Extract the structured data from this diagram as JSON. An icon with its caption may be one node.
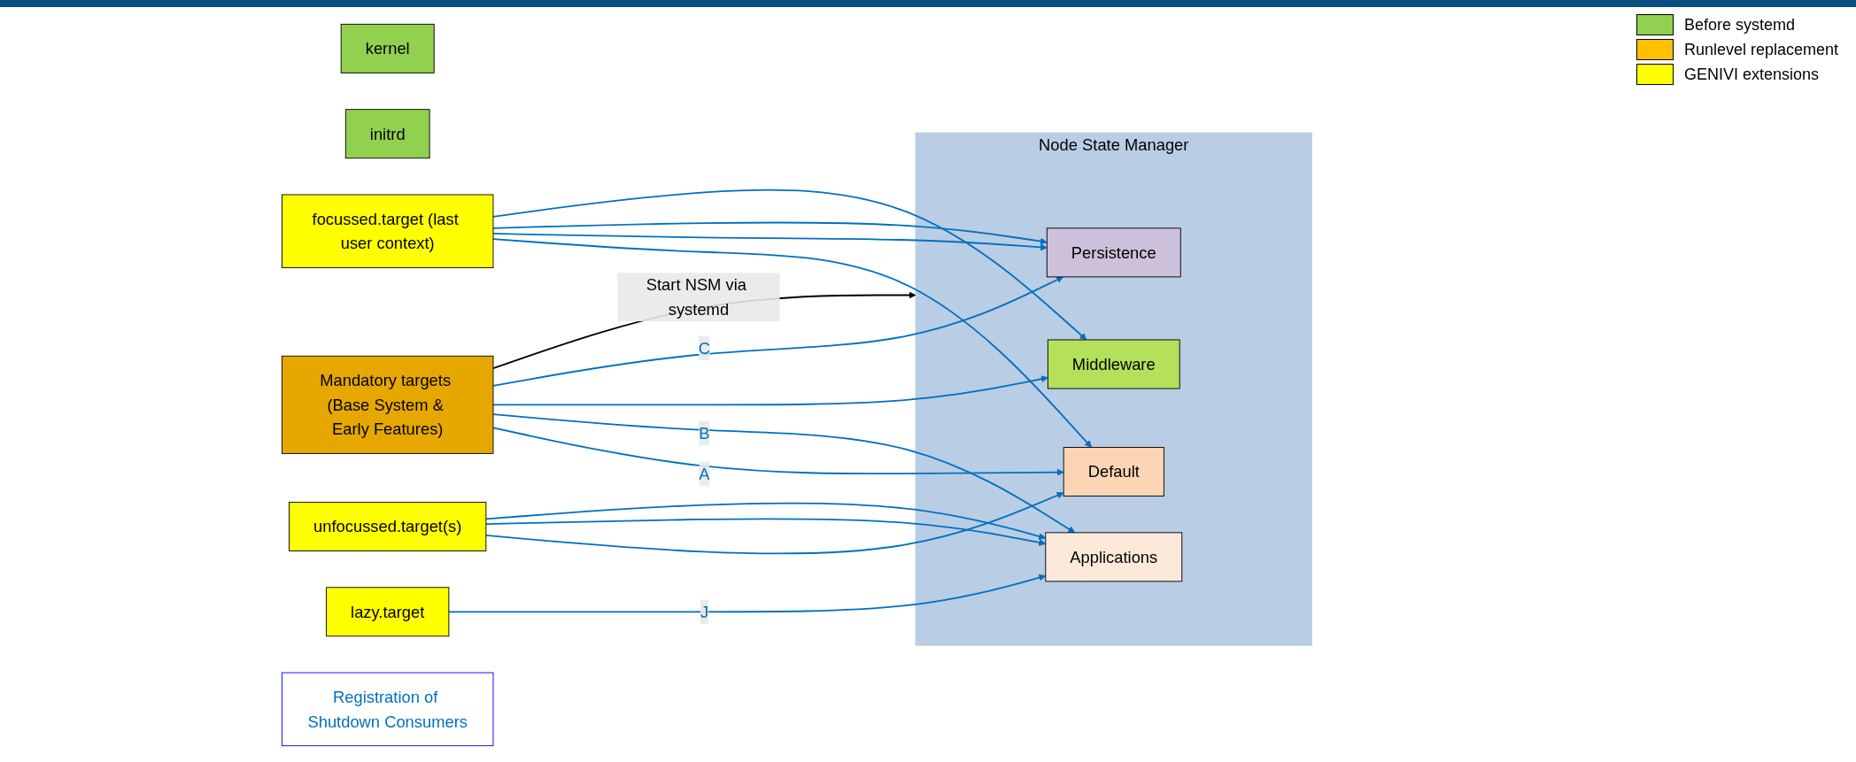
{
  "diagram": {
    "nodes": [
      {
        "text": [
          "kernel"
        ]
      },
      {
        "text": [
          "initrd"
        ]
      },
      {
        "text": [
          "Mandatory targets (Base System & Early Features)"
        ]
      },
      {
        "text": [
          "focussed.target (last user context)"
        ]
      },
      {
        "text": [
          "unfocussed.target(s)"
        ]
      },
      {
        "text": [
          "lazy.target"
        ]
      },
      {
        "text": [
          "Node State Manager"
        ]
      },
      {
        "text": [
          "Default"
        ],
        "in": 6
      },
      {
        "text": [
          "Persistence"
        ],
        "in": 6
      },
      {
        "text": [
          "Middleware"
        ],
        "in": 6
      },
      {
        "text": [
          "Applications"
        ],
        "in": 6
      },
      {
        "text": [
          "Registration of Shutdown Consumers"
        ]
      }
    ],
    "edges": [
      {
        "from": 2,
        "to": 6,
        "arrow": "to",
        "label": "Start NSM via systemd",
        "color": "#000000"
      },
      {
        "from": 2,
        "to": 7,
        "arrow": "to",
        "label": "A"
      },
      {
        "from": 2,
        "to": 10,
        "arrow": "to",
        "label": "B"
      },
      {
        "from": 2,
        "to": 9,
        "arrow": "to"
      },
      {
        "from": 2,
        "to": 8,
        "arrow": "to",
        "label": "C"
      },
      {
        "from": 3,
        "to": 7,
        "arrow": "to"
      },
      {
        "from": 3,
        "to": 8,
        "arrow": "to"
      },
      {
        "from": 3,
        "to": 8,
        "arrow": "to"
      },
      {
        "from": 3,
        "to": 9,
        "arrow": "to"
      },
      {
        "from": 4,
        "to": 7,
        "arrow": "to"
      },
      {
        "from": 4,
        "to": 10,
        "arrow": "to"
      },
      {
        "from": 4,
        "to": 10,
        "arrow": "to"
      },
      {
        "from": 5,
        "to": 10,
        "arrow": "to",
        "label": "J"
      }
    ],
    "legend": [
      {
        "text": "Before systemd",
        "color": "#92d050"
      },
      {
        "text": "Runlevel replacement",
        "color": "#ffc000"
      },
      {
        "text": "GENIVI extensions",
        "color": "#ffff00"
      }
    ]
  }
}
